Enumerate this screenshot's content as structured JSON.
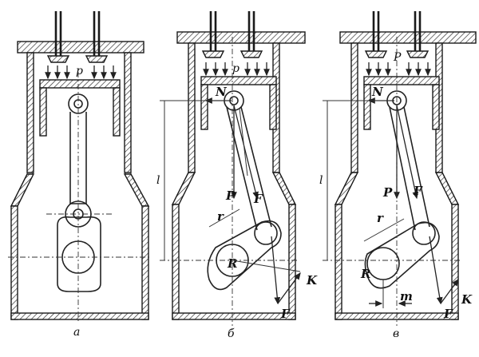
{
  "diagrams": [
    {
      "caption": "а",
      "labels": {
        "p": "p"
      }
    },
    {
      "caption": "б",
      "labels": {
        "N": "N",
        "p_top": "p",
        "l": "l",
        "p_force": "P",
        "F1": "F",
        "r": "r",
        "R": "R",
        "K": "K",
        "F2": "F"
      }
    },
    {
      "caption": "в",
      "labels": {
        "N": "N",
        "p_top": "P",
        "l": "l",
        "p_force": "P",
        "F1": "F",
        "r": "r",
        "R": "R",
        "K": "K",
        "F2": "F",
        "m": "m"
      }
    }
  ]
}
